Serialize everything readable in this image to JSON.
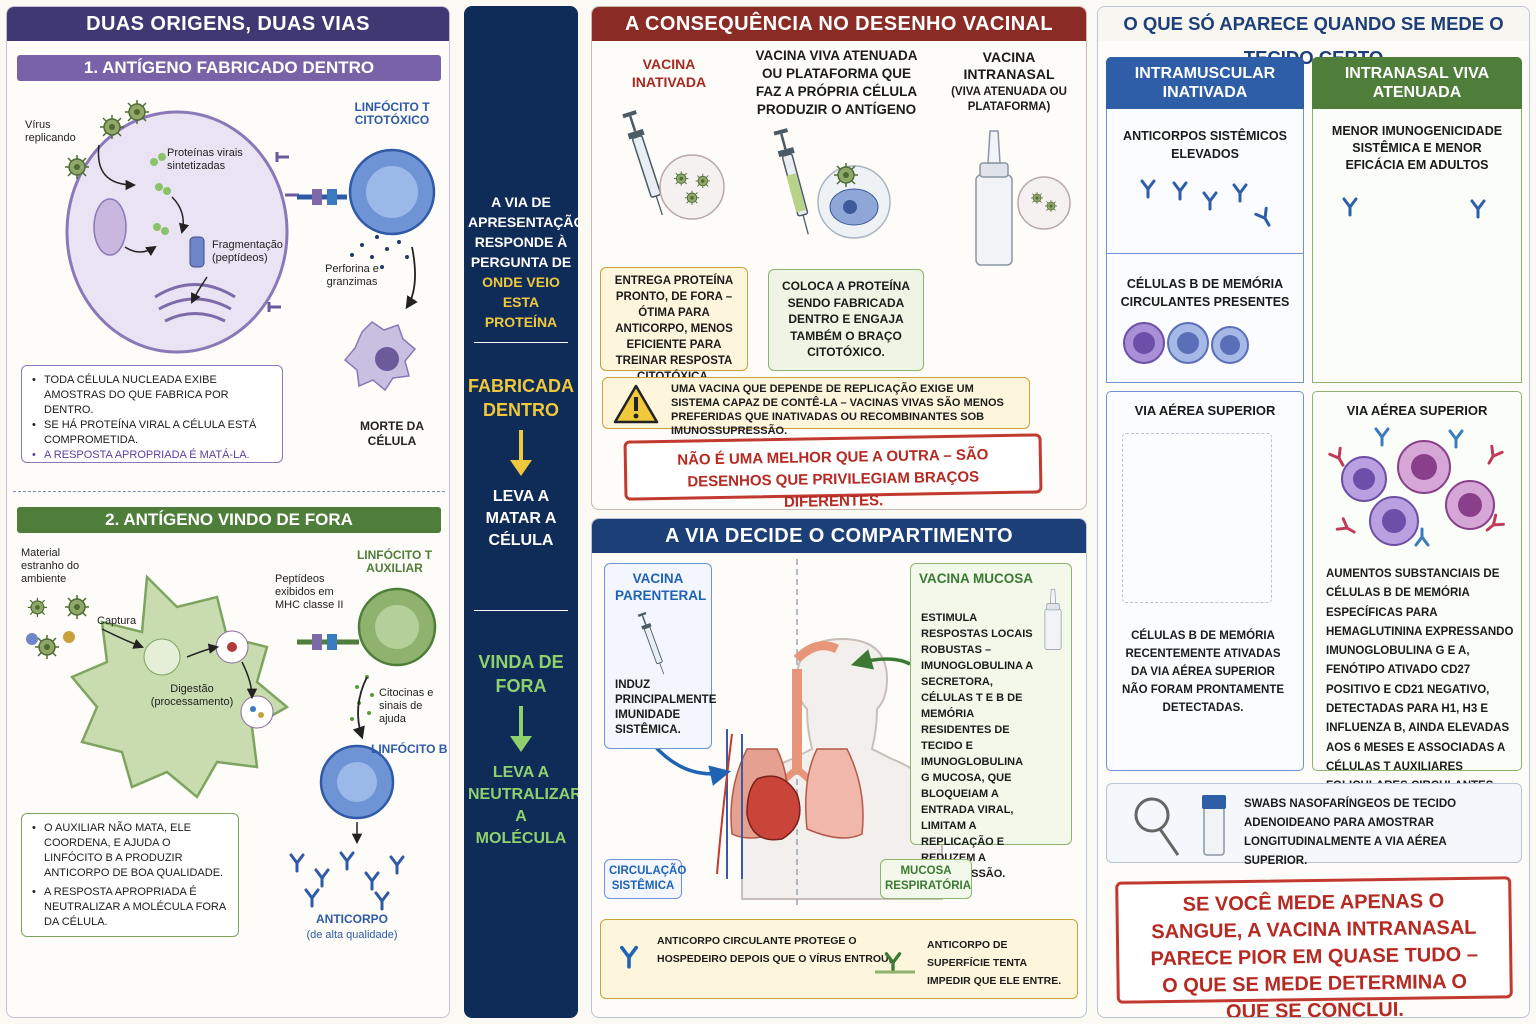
{
  "p1": {
    "title": "DUAS ORIGENS, DUAS VIAS",
    "s1_title": "1. ANTÍGENO FABRICADO DENTRO",
    "virus": "Vírus replicando",
    "proteins": "Proteínas virais sintetizadas",
    "frag": "Fragmentação (peptídeos)",
    "ctl": "LINFÓCITO T CITOTÓXICO",
    "perforin": "Perforina e granzimas",
    "death": "MORTE DA CÉLULA",
    "b1": "TODA CÉLULA NUCLEADA EXIBE AMOSTRAS DO QUE FABRICA POR DENTRO.",
    "b2": "SE HÁ PROTEÍNA VIRAL A CÉLULA ESTÁ COMPROMETIDA.",
    "b3": "A RESPOSTA APROPRIADA É MATÁ-LA.",
    "s2_title": "2. ANTÍGENO VINDO DE FORA",
    "material": "Material estranho do ambiente",
    "capture": "Captura",
    "digest": "Digestão (processamento)",
    "peptides": "Peptídeos exibidos em MHC classe II",
    "helper": "LINFÓCITO T AUXILIAR",
    "cytokines": "Citocinas e sinais de ajuda",
    "bcell": "LINFÓCITO B",
    "antibody": "ANTICORPO",
    "antibody_sub": "(de alta qualidade)",
    "c1": "O AUXILIAR NÃO MATA, ELE COORDENA, E AJUDA O LINFÓCITO B A PRODUZIR ANTICORPO DE BOA QUALIDADE.",
    "c2": "A RESPOSTA APROPRIADA É NEUTRALIZAR A MOLÉCULA FORA DA CÉLULA."
  },
  "mid": {
    "q1": "A VIA DE APRESENTAÇÃO RESPONDE À PERGUNTA DE",
    "q2": "ONDE VEIO ESTA PROTEÍNA",
    "inside": "FABRICADA DENTRO",
    "kill": "LEVA A MATAR A CÉLULA",
    "outside": "VINDA DE FORA",
    "neutralize": "LEVA A NEUTRALIZAR A MOLÉCULA"
  },
  "p3": {
    "title": "A CONSEQUÊNCIA NO DESENHO VACINAL",
    "col1": "VACINA INATIVADA",
    "col2": "VACINA VIVA ATENUADA OU PLATAFORMA QUE FAZ A PRÓPRIA CÉLULA PRODUZIR O ANTÍGENO",
    "col3": "VACINA INTRANASAL",
    "col3_sub": "(VIVA ATENUADA OU PLATAFORMA)",
    "box1": "ENTREGA PROTEÍNA PRONTO, DE FORA – ÓTIMA PARA ANTICORPO, MENOS EFICIENTE PARA TREINAR RESPOSTA CITOTÓXICA.",
    "box2": "COLOCA A PROTEÍNA SENDO FABRICADA DENTRO E ENGAJA TAMBÉM O BRAÇO CITOTÓXICO.",
    "warn": "UMA VACINA QUE DEPENDE DE REPLICAÇÃO EXIGE UM SISTEMA CAPAZ DE CONTÊ-LA – VACINAS VIVAS SÃO MENOS PREFERIDAS QUE INATIVADAS OU RECOMBINANTES SOB IMUNOSSUPRESSÃO.",
    "stamp": "NÃO É UMA MELHOR QUE A OUTRA – SÃO DESENHOS QUE PRIVILEGIAM BRAÇOS DIFERENTES."
  },
  "p4": {
    "title": "A VIA DECIDE O COMPARTIMENTO",
    "par_title": "VACINA PARENTERAL",
    "par_text": "INDUZ PRINCIPALMENTE IMUNIDADE SISTÊMICA.",
    "muc_title": "VACINA MUCOSA",
    "muc_text": "ESTIMULA RESPOSTAS LOCAIS ROBUSTAS – IMUNOGLOBULINA A SECRETORA, CÉLULAS T E B DE MEMÓRIA RESIDENTES DE TECIDO E IMUNOGLOBULINA G MUCOSA, QUE BLOQUEIAM A ENTRADA VIRAL, LIMITAM A REPLICAÇÃO E REDUZEM A TRANSMISSÃO.",
    "circ": "CIRCULAÇÃO SISTÊMICA",
    "mucresp": "MUCOSA RESPIRATÓRIA",
    "foot1": "ANTICORPO CIRCULANTE PROTEGE O HOSPEDEIRO DEPOIS QUE O VÍRUS ENTROU,",
    "foot2": "ANTICORPO DE SUPERFÍCIE TENTA IMPEDIR QUE ELE ENTRE."
  },
  "p5": {
    "title": "O QUE SÓ APARECE QUANDO SE MEDE O TECIDO CERTO",
    "im_head": "INTRAMUSCULAR INATIVADA",
    "in_head": "INTRANASAL VIVA ATENUADA",
    "im_ab": "ANTICORPOS SISTÊMICOS ELEVADOS",
    "in_ab": "MENOR IMUNOGENICIDADE SISTÊMICA E MENOR EFICÁCIA EM ADULTOS",
    "im_mem": "CÉLULAS B DE MEMÓRIA CIRCULANTES PRESENTES",
    "airway": "VIA AÉREA SUPERIOR",
    "im_air": "CÉLULAS B DE MEMÓRIA RECENTEMENTE ATIVADAS DA VIA AÉREA SUPERIOR NÃO FORAM PRONTAMENTE DETECTADAS.",
    "in_air": "AUMENTOS SUBSTANCIAIS DE CÉLULAS B DE MEMÓRIA ESPECÍFICAS PARA HEMAGLUTININA EXPRESSANDO IMUNOGLOBULINA G E A, FENÓTIPO ATIVADO CD27 POSITIVO E CD21 NEGATIVO, DETECTADAS PARA H1, H3 E INFLUENZA B, AINDA ELEVADAS AOS 6 MESES E ASSOCIADAS A CÉLULAS T AUXILIARES FOLICULARES CIRCULANTES.",
    "swab": "SWABS NASOFARÍNGEOS DE TECIDO ADENOIDEANO PARA AMOSTRAR LONGITUDINALMENTE A VIA AÉREA SUPERIOR.",
    "stamp": "SE VOCÊ MEDE APENAS O SANGUE, A VACINA INTRANASAL PARECE PIOR EM QUASE TUDO – O QUE SE MEDE DETERMINA O QUE SE CONCLUI."
  }
}
